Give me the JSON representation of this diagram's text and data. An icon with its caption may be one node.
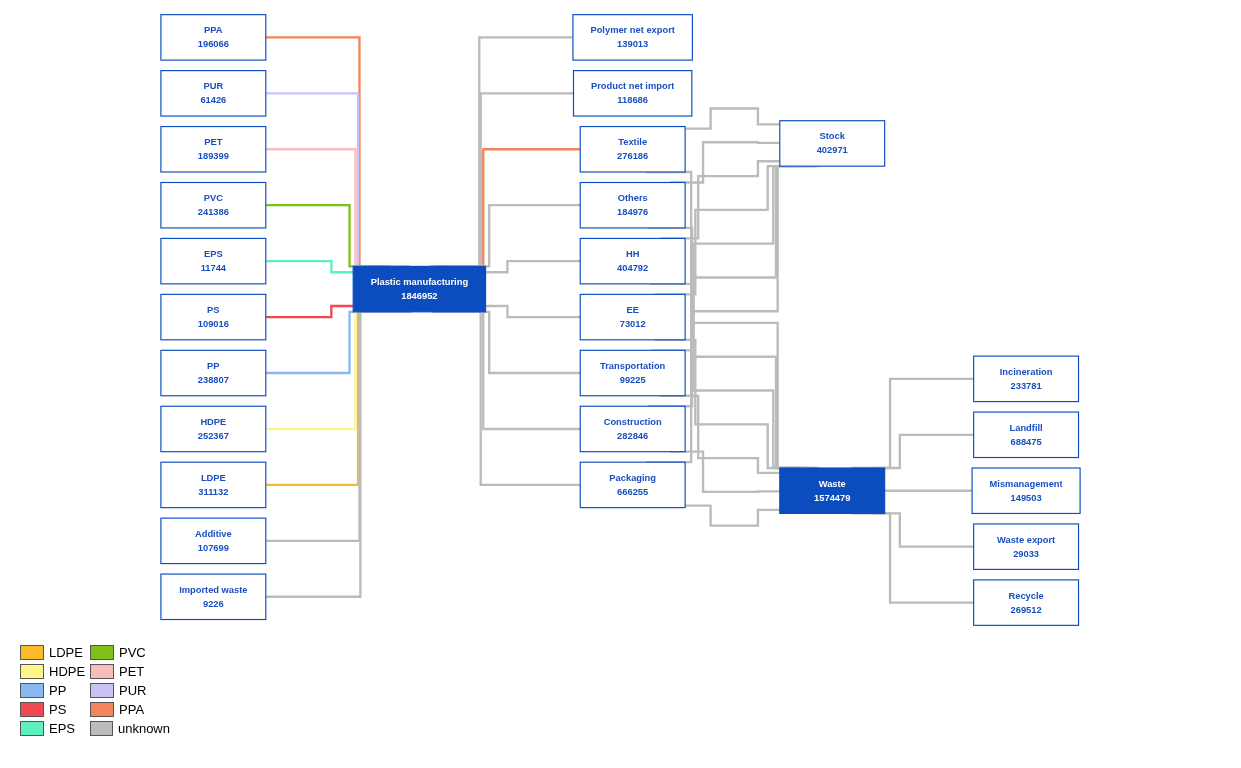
{
  "diagram": {
    "nodes": [
      {
        "text": [
          "PPA",
          "196066"
        ]
      },
      {
        "text": [
          "PUR",
          "61426"
        ]
      },
      {
        "text": [
          "PET",
          "189399"
        ]
      },
      {
        "text": [
          "PVC",
          "241386"
        ]
      },
      {
        "text": [
          "EPS",
          "11744"
        ]
      },
      {
        "text": [
          "PS",
          "109016"
        ]
      },
      {
        "text": [
          "PP",
          "238807"
        ]
      },
      {
        "text": [
          "HDPE",
          "252367"
        ]
      },
      {
        "text": [
          "LDPE",
          "311132"
        ]
      },
      {
        "text": [
          "Additive",
          "107699"
        ]
      },
      {
        "text": [
          "Plastic manufacturing",
          "1846952"
        ]
      },
      {
        "text": [
          "Imported waste",
          "9226"
        ]
      },
      {
        "text": [
          "Polymer net export",
          "139013"
        ]
      },
      {
        "text": [
          "Product net import",
          "118686"
        ]
      },
      {
        "text": [
          "Textile",
          "276186"
        ]
      },
      {
        "text": [
          "Others",
          "184976"
        ]
      },
      {
        "text": [
          "HH",
          "404792"
        ]
      },
      {
        "text": [
          "EE",
          "73012"
        ]
      },
      {
        "text": [
          "Transportation",
          "99225"
        ]
      },
      {
        "text": [
          "Construction",
          "282846"
        ]
      },
      {
        "text": [
          "Packaging",
          "666255"
        ]
      },
      {
        "text": [
          "Stock",
          "402971"
        ]
      },
      {
        "text": [
          "Waste",
          "1574479"
        ]
      },
      {
        "text": [
          "Incineration",
          "233781"
        ]
      },
      {
        "text": [
          "Landfill",
          "688475"
        ]
      },
      {
        "text": [
          "Mismanagement",
          "149503"
        ]
      },
      {
        "text": [
          "Waste export",
          "29033"
        ]
      },
      {
        "text": [
          "Recycle",
          "269512"
        ]
      }
    ],
    "edges": [
      {
        "from": 0,
        "to": 10,
        "arrow": "none",
        "color": "#f4845a"
      },
      {
        "from": 1,
        "to": 10,
        "arrow": "none",
        "color": "#c9c3f5"
      },
      {
        "from": 2,
        "to": 10,
        "arrow": "none",
        "color": "#f9bcbc"
      },
      {
        "from": 3,
        "to": 10,
        "arrow": "none",
        "color": "#7fbf1a"
      },
      {
        "from": 4,
        "to": 10,
        "arrow": "none",
        "color": "#5ef0c0"
      },
      {
        "from": 5,
        "to": 10,
        "arrow": "none",
        "color": "#ef4a52"
      },
      {
        "from": 6,
        "to": 10,
        "arrow": "none",
        "color": "#8ab8f0"
      },
      {
        "from": 7,
        "to": 10,
        "arrow": "none",
        "color": "#fdf58a"
      },
      {
        "from": 8,
        "to": 10,
        "arrow": "none",
        "color": "#f9bb2a"
      },
      {
        "from": 9,
        "to": 10,
        "arrow": "none"
      },
      {
        "from": 11,
        "to": 10,
        "arrow": "none"
      },
      {
        "from": 10,
        "to": 12,
        "arrow": "none"
      },
      {
        "from": 10,
        "to": 13,
        "arrow": "none"
      },
      {
        "from": 10,
        "to": 14,
        "arrow": "none",
        "color": "#f4845a"
      },
      {
        "from": 10,
        "to": 15,
        "arrow": "none"
      },
      {
        "from": 10,
        "to": 16,
        "arrow": "none"
      },
      {
        "from": 10,
        "to": 17,
        "arrow": "none"
      },
      {
        "from": 10,
        "to": 18,
        "arrow": "none"
      },
      {
        "from": 10,
        "to": 19,
        "arrow": "none"
      },
      {
        "from": 10,
        "to": 20,
        "arrow": "none"
      },
      {
        "from": 14,
        "to": 21,
        "arrow": "none"
      },
      {
        "from": 15,
        "to": 21,
        "arrow": "none"
      },
      {
        "from": 16,
        "to": 21,
        "arrow": "none"
      },
      {
        "from": 17,
        "to": 21,
        "arrow": "none"
      },
      {
        "from": 18,
        "to": 21,
        "arrow": "none"
      },
      {
        "from": 19,
        "to": 21,
        "arrow": "none"
      },
      {
        "from": 20,
        "to": 21,
        "arrow": "none"
      },
      {
        "from": 14,
        "to": 22,
        "arrow": "none"
      },
      {
        "from": 15,
        "to": 22,
        "arrow": "none"
      },
      {
        "from": 16,
        "to": 22,
        "arrow": "none"
      },
      {
        "from": 17,
        "to": 22,
        "arrow": "none"
      },
      {
        "from": 18,
        "to": 22,
        "arrow": "none"
      },
      {
        "from": 19,
        "to": 22,
        "arrow": "none"
      },
      {
        "from": 20,
        "to": 22,
        "arrow": "none"
      },
      {
        "from": 22,
        "to": 23,
        "arrow": "none"
      },
      {
        "from": 22,
        "to": 24,
        "arrow": "none"
      },
      {
        "from": 22,
        "to": 25,
        "arrow": "none"
      },
      {
        "from": 22,
        "to": 26,
        "arrow": "none"
      },
      {
        "from": 22,
        "to": 27,
        "arrow": "none"
      }
    ],
    "legend": [
      {
        "text": "LDPE",
        "color": "#f9bb2a"
      },
      {
        "text": "PVC",
        "color": "#7fbf1a"
      },
      {
        "text": "HDPE",
        "color": "#fdf58a"
      },
      {
        "text": "PET",
        "color": "#f9bcbc"
      },
      {
        "text": "PP",
        "color": "#8ab8f0"
      },
      {
        "text": "PUR",
        "color": "#c9c3f5"
      },
      {
        "text": "PS",
        "color": "#ef4a52"
      },
      {
        "text": "PPA",
        "color": "#f4845a"
      },
      {
        "text": "EPS",
        "color": "#5ef0c0"
      },
      {
        "text": "unknown",
        "color": "#bbbbbb"
      }
    ]
  }
}
